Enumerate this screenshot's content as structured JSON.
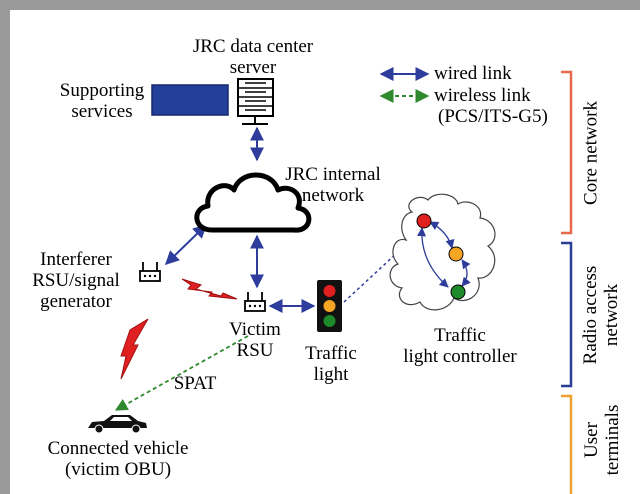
{
  "diagram": {
    "labels": {
      "jrc_server": [
        "JRC data center",
        "server"
      ],
      "supporting": [
        "Supporting",
        "services"
      ],
      "internal_network": [
        "JRC internal",
        "network"
      ],
      "interferer": [
        "Interferer",
        "RSU/signal",
        "generator"
      ],
      "victim_rsu": [
        "Victim",
        "RSU"
      ],
      "traffic_light": [
        "Traffic",
        "light"
      ],
      "tl_controller": [
        "Traffic",
        "light controller"
      ],
      "spat": "SPAT",
      "vehicle": [
        "Connected vehicle",
        "(victim OBU)"
      ]
    },
    "legend": {
      "wired": "wired link",
      "wireless": "wireless link",
      "wireless_sub": "(PCS/ITS-G5)"
    },
    "tiers": {
      "core": "Core network",
      "radio": [
        "Radio access",
        "network"
      ],
      "user": [
        "User",
        "terminals"
      ]
    },
    "colors": {
      "wired": "#2e3d9c",
      "wireless": "#2f8a2f",
      "core_bracket": "#e8684a",
      "radio_bracket": "#2c3f97",
      "user_bracket": "#f0a030",
      "lightning": "#e02020",
      "frame": "#9a9a9a"
    }
  }
}
